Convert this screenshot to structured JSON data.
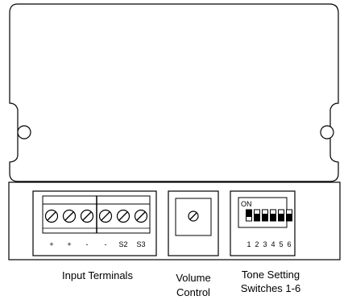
{
  "terminals": {
    "caption": "Input Terminals",
    "marks": [
      "+",
      "+",
      "-",
      "-",
      "S2",
      "S3"
    ]
  },
  "volume": {
    "caption_line1": "Volume",
    "caption_line2": "Control"
  },
  "switches": {
    "caption_line1": "Tone Setting",
    "caption_line2": "Switches 1-6",
    "on_label": "ON",
    "numbers": [
      "1",
      "2",
      "3",
      "4",
      "5",
      "6"
    ],
    "positions": [
      "on",
      "off",
      "off",
      "off",
      "off",
      "off"
    ]
  },
  "colors": {
    "line": "#000000",
    "background": "#ffffff",
    "dip_toggle": "#000000"
  }
}
